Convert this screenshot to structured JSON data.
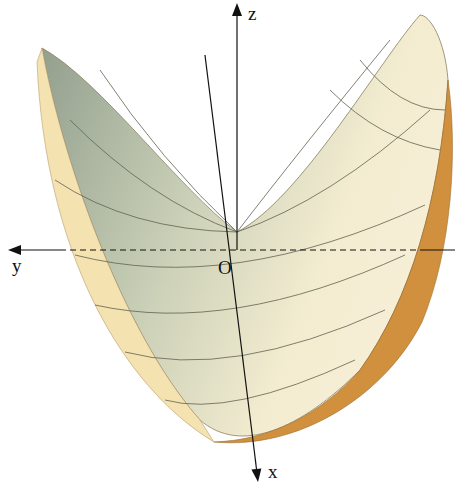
{
  "diagram": {
    "labels": [
      "z",
      "y",
      "O",
      "x"
    ]
  }
}
